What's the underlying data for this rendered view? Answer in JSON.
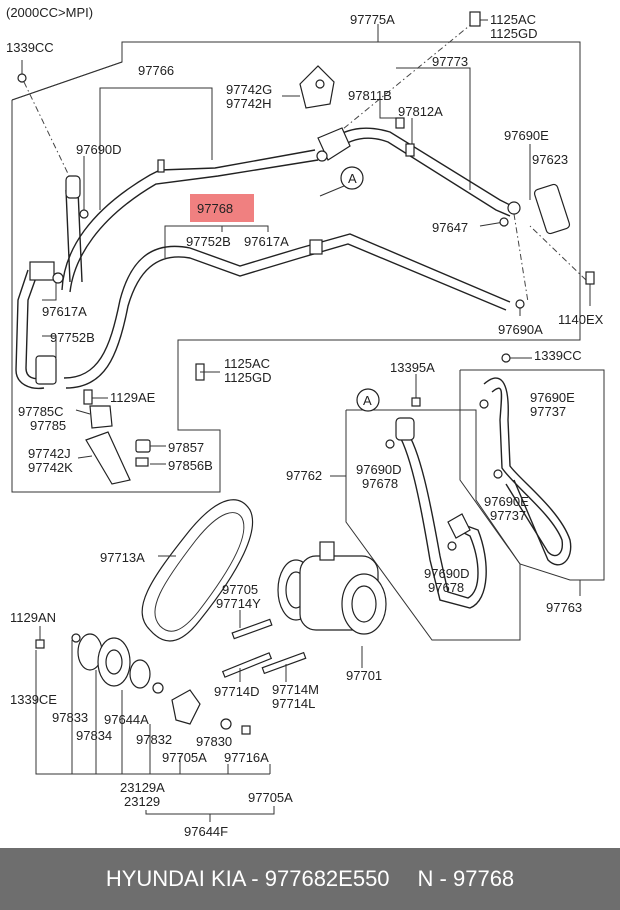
{
  "title": "(2000CC>MPI)",
  "highlight": {
    "color": "#f08080"
  },
  "footer": {
    "part_info": "HYUNDAI  KIA - 977682E550",
    "ref_info": "N - 97768"
  },
  "labels": {
    "l_97775A": "97775A",
    "l_1125AC_a": "1125AC",
    "l_1125GD_a": "1125GD",
    "l_1339CC_a": "1339CC",
    "l_97766": "97766",
    "l_97742G": "97742G",
    "l_97742H": "97742H",
    "l_97773": "97773",
    "l_97811B": "97811B",
    "l_97812A": "97812A",
    "l_97690D_a": "97690D",
    "l_97690E_a": "97690E",
    "l_97623": "97623",
    "l_A_top": "A",
    "l_97768": "97768",
    "l_97752B_a": "97752B",
    "l_97617A_a": "97617A",
    "l_97647": "97647",
    "l_97617A_b": "97617A",
    "l_97752B_b": "97752B",
    "l_97690A": "97690A",
    "l_1140EX": "1140EX",
    "l_1125AC_b": "1125AC",
    "l_1125GD_b": "1125GD",
    "l_13395A": "13395A",
    "l_1339CC_b": "1339CC",
    "l_1129AE": "1129AE",
    "l_97785C": "97785C",
    "l_97785": "97785",
    "l_A_mid": "A",
    "l_97690E_b": "97690E",
    "l_97737_a": "97737",
    "l_97742J": "97742J",
    "l_97742K": "97742K",
    "l_97857": "97857",
    "l_97856B": "97856B",
    "l_97762": "97762",
    "l_97690D_b": "97690D",
    "l_97678_a": "97678",
    "l_97690E_c": "97690E",
    "l_97737_b": "97737",
    "l_97713A": "97713A",
    "l_97705": "97705",
    "l_97714Y": "97714Y",
    "l_97690D_c": "97690D",
    "l_97678_b": "97678",
    "l_97763": "97763",
    "l_1129AN": "1129AN",
    "l_97701": "97701",
    "l_1339CE": "1339CE",
    "l_97714D": "97714D",
    "l_97714M": "97714M",
    "l_97714L": "97714L",
    "l_97833": "97833",
    "l_97644A": "97644A",
    "l_97834": "97834",
    "l_97832": "97832",
    "l_97830": "97830",
    "l_97705A_a": "97705A",
    "l_97716A": "97716A",
    "l_23129A": "23129A",
    "l_23129": "23129",
    "l_97705A_b": "97705A",
    "l_97644F": "97644F"
  }
}
